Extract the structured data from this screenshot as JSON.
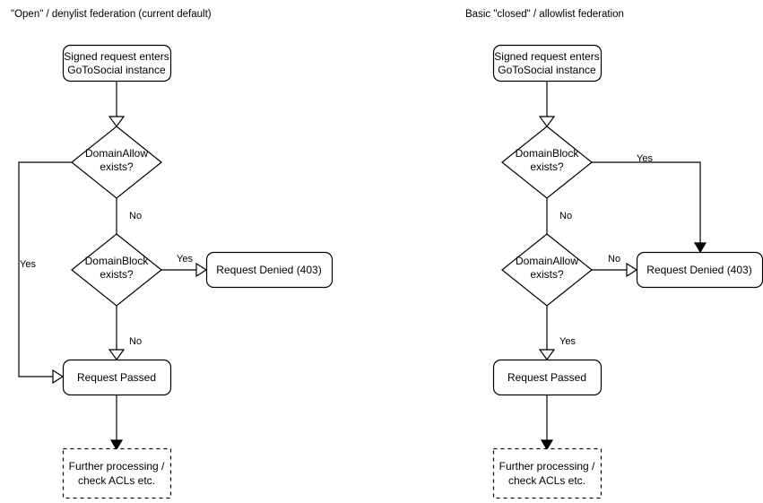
{
  "diagrams": [
    {
      "id": "open-denylist",
      "title": "\"Open\" / denylist federation (current default)",
      "nodes": {
        "start_line1": "Signed request enters",
        "start_line2": "GoToSocial instance",
        "decision1_line1": "DomainAllow",
        "decision1_line2": "exists?",
        "decision2_line1": "DomainBlock",
        "decision2_line2": "exists?",
        "denied": "Request Denied (403)",
        "passed": "Request Passed",
        "further_line1": "Further processing /",
        "further_line2": "check ACLs etc."
      },
      "edges": {
        "allow_yes": "Yes",
        "allow_no": "No",
        "block_yes": "Yes",
        "block_no": "No"
      }
    },
    {
      "id": "closed-allowlist",
      "title": "Basic \"closed\" / allowlist federation",
      "nodes": {
        "start_line1": "Signed request enters",
        "start_line2": "GoToSocial instance",
        "decision1_line1": "DomainBlock",
        "decision1_line2": "exists?",
        "decision2_line1": "DomainAllow",
        "decision2_line2": "exists?",
        "denied": "Request Denied (403)",
        "passed": "Request Passed",
        "further_line1": "Further processing /",
        "further_line2": "check ACLs etc."
      },
      "edges": {
        "block_yes": "Yes",
        "block_no": "No",
        "allow_no": "No",
        "allow_yes": "Yes"
      }
    }
  ],
  "style": {
    "stroke_color": "#000000",
    "fill_color": "#ffffff",
    "background": "#ffffff"
  }
}
